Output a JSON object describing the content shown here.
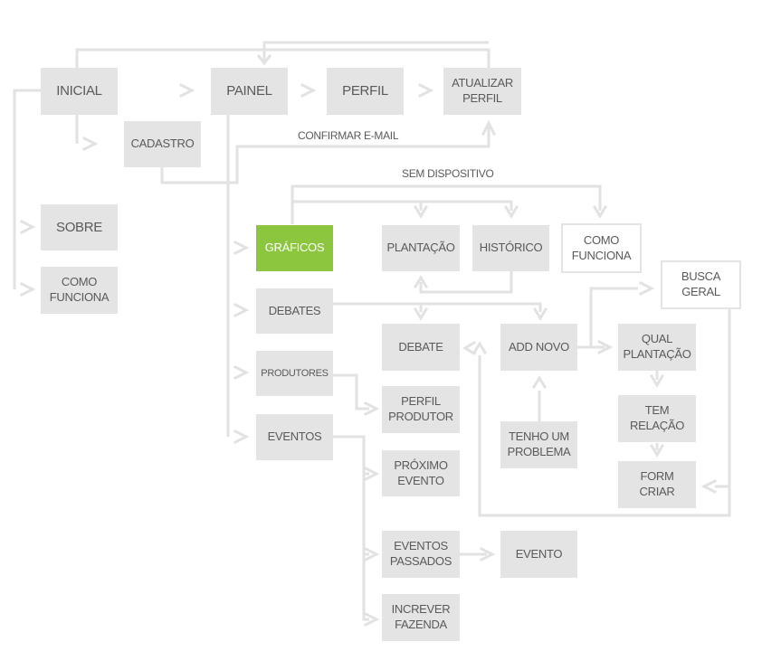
{
  "colors": {
    "node_bg": "#e4e4e4",
    "line": "#e2e2e2",
    "text": "#5a5a5a",
    "accent": "#8cc63f"
  },
  "nodes": {
    "inicial": "INICIAL",
    "painel": "PAINEL",
    "perfil": "PERFIL",
    "atualizar_perfil": [
      "ATUALIZAR",
      "PERFIL"
    ],
    "cadastro": "CADASTRO",
    "sobre": "SOBRE",
    "como_funciona_1": [
      "COMO",
      "FUNCIONA"
    ],
    "graficos": "GRÁFICOS",
    "plantacao": "PLANTAÇÃO",
    "historico": "HISTÓRICO",
    "como_funciona_2": [
      "COMO",
      "FUNCIONA"
    ],
    "busca_geral": [
      "BUSCA",
      "GERAL"
    ],
    "debates": "DEBATES",
    "debate": "DEBATE",
    "add_novo": "ADD NOVO",
    "qual_plantacao": [
      "QUAL",
      "PLANTAÇÃO"
    ],
    "produtores": "PRODUTORES",
    "perfil_produtor": [
      "PERFIL",
      "PRODUTOR"
    ],
    "tem_relacao": [
      "TEM",
      "RELAÇÃO"
    ],
    "tenho_um_problema": [
      "TENHO UM",
      "PROBLEMA"
    ],
    "eventos": "EVENTOS",
    "proximo_evento": [
      "PRÓXIMO",
      "EVENTO"
    ],
    "form_criar": [
      "FORM",
      "CRIAR"
    ],
    "eventos_passados": [
      "EVENTOS",
      "PASSADOS"
    ],
    "evento": "EVENTO",
    "increver_fazenda": [
      "INCREVER",
      "FAZENDA"
    ]
  },
  "labels": {
    "confirmar_email": "CONFIRMAR E-MAIL",
    "sem_dispositivo": "SEM DISPOSITIVO"
  }
}
